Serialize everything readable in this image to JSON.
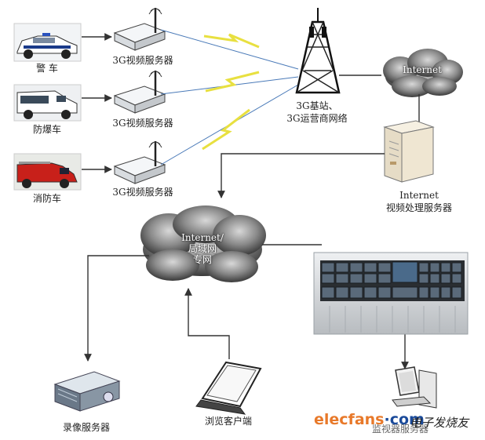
{
  "vehicles": [
    {
      "label": "警 车",
      "server_label": "3G视频服务器"
    },
    {
      "label": "防爆车",
      "server_label": "3G视频服务器"
    },
    {
      "label": "消防车",
      "server_label": "3G视频服务器"
    }
  ],
  "base_station": {
    "line1": "3G基站、",
    "line2": "3G运营商网络"
  },
  "internet_cloud": {
    "label": "Internet"
  },
  "processing_server": {
    "line1": "Internet",
    "line2": "视频处理服务器"
  },
  "lan_cloud": {
    "line1": "Internet/",
    "line2": "局域网",
    "line3": "专网"
  },
  "recording_server": {
    "label": "录像服务器"
  },
  "browser_client": {
    "label": "浏览客户端"
  },
  "monitoring_center": {
    "label": "监视器服务器"
  },
  "watermark": {
    "brand": "elecfans",
    "dotcom": "·com",
    "cn": "电子发烧友"
  },
  "colors": {
    "link": "#4a7ab8",
    "wireless": "#e8e040",
    "arrow": "#333333",
    "brand_orange": "#e8792a",
    "brand_blue": "#1a4a9a"
  }
}
